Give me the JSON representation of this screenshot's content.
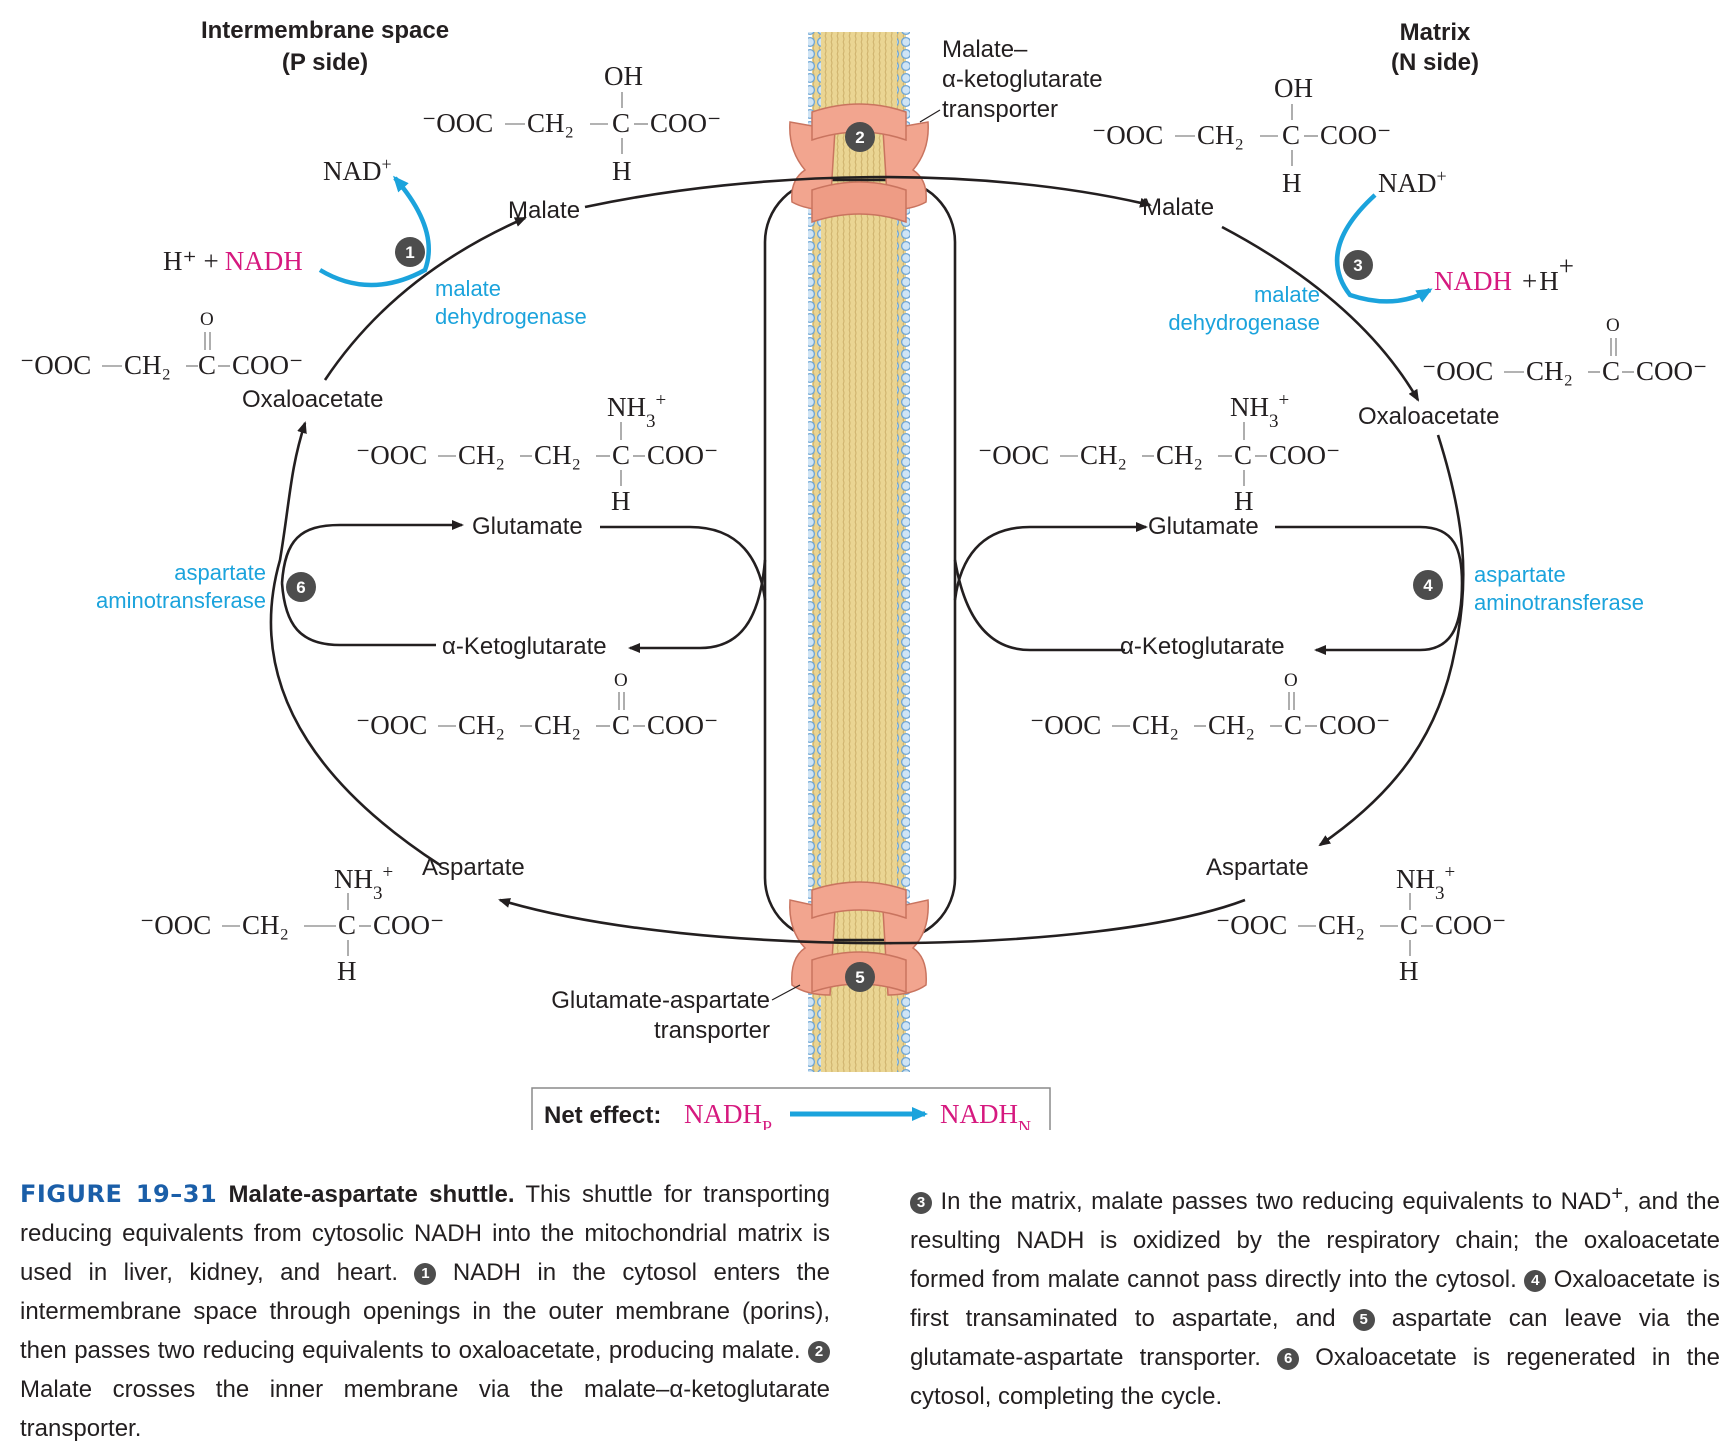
{
  "labels": {
    "p_side_title": "Intermembrane space",
    "p_side_sub": "(P side)",
    "n_side_title": "Matrix",
    "n_side_sub": "(N side)",
    "malate": "Malate",
    "oxaloacetate": "Oxaloacetate",
    "glutamate": "Glutamate",
    "ketoglutarate": "α-Ketoglutarate",
    "aspartate": "Aspartate",
    "mkg_transporter_1": "Malate–",
    "mkg_transporter_2": "α-ketoglutarate",
    "mkg_transporter_3": "transporter",
    "ga_transporter_1": "Glutamate-aspartate",
    "ga_transporter_2": "transporter"
  },
  "enzymes": {
    "malate_dh_1": "malate",
    "malate_dh_2": "dehydrogenase",
    "aspartate_at_1": "aspartate",
    "aspartate_at_2": "aminotransferase"
  },
  "cofactors": {
    "nad_plus": "NAD",
    "plus_sign": "+",
    "h_plus": "H",
    "nadh": "NADH",
    "h_plus_nadh_prefix": "H⁺ +"
  },
  "structures": {
    "oh": "OH",
    "h": "H",
    "o": "O",
    "nh3": "NH",
    "ooc": "⁻OOC",
    "ch2": "CH₂",
    "c": "C",
    "coo": "COO⁻"
  },
  "steps": [
    "1",
    "2",
    "3",
    "4",
    "5",
    "6"
  ],
  "net_effect": {
    "label": "Net effect:",
    "from": "NADH",
    "from_sub": "P",
    "to": "NADH",
    "to_sub": "N"
  },
  "colors": {
    "accent_blue": "#1ba3dc",
    "nadh_magenta": "#d6197f",
    "caption_blue": "#1a5ea8",
    "transporter": "#f2a58f",
    "membrane_core": "#e8d28a",
    "phospholipid_head": "#9cc4e4"
  },
  "caption": {
    "fig_label": "FIGURE 19–31",
    "title": "Malate-aspartate shuttle.",
    "intro": "This shuttle for transporting reducing equivalents from cytosolic NADH into the mitochondrial matrix is used in liver, kidney, and heart.",
    "s1": "NADH in the cytosol enters the intermembrane space through openings in the outer membrane (porins), then passes two reducing equivalents to oxaloacetate, producing malate.",
    "s2": "Malate crosses the inner membrane via the malate–α-ketoglutarate transporter.",
    "s3a": "In the matrix, malate passes two reducing equivalents to NAD",
    "s3b": ", and the resulting NADH is oxidized by the respiratory chain; the oxaloacetate formed from malate cannot pass directly into the cytosol.",
    "s4": "Oxaloacetate is first transaminated to aspartate, and",
    "s5": "aspartate can leave via the glutamate-aspartate transporter.",
    "s6": "Oxaloacetate is regenerated in the cytosol, completing the cycle."
  }
}
